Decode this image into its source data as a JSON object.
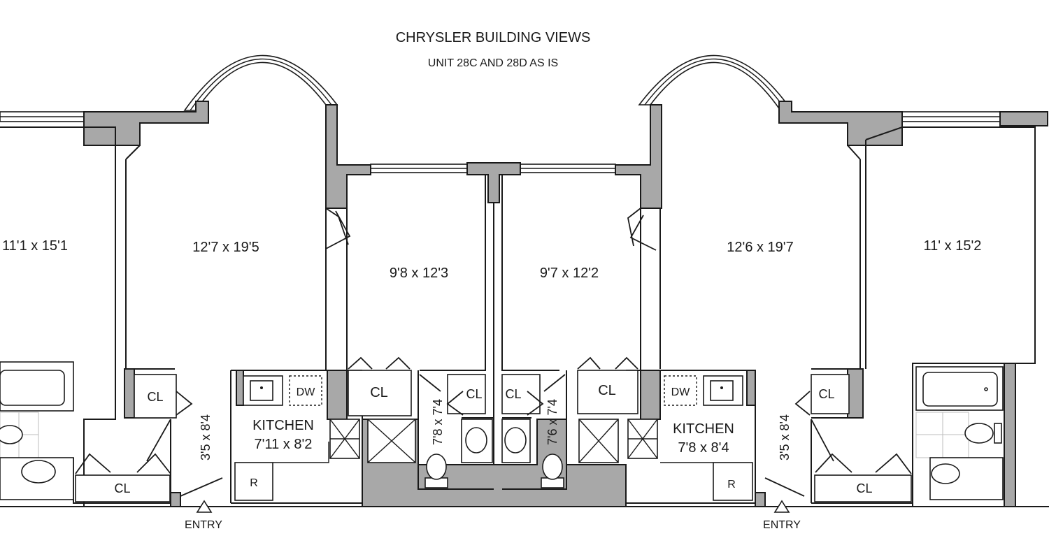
{
  "title": "CHRYSLER BUILDING VIEWS",
  "subtitle": "UNIT 28C AND 28D AS IS",
  "rooms": {
    "left_bedroom": "11'1 x 15'1",
    "left_living": "12'7 x 19'5",
    "left_bedroom2": "9'8 x 12'3",
    "right_bedroom2": "9'7 x 12'2",
    "right_living": "12'6 x 19'7",
    "right_bedroom": "11' x 15'2"
  },
  "kitchens": {
    "left_label": "KITCHEN",
    "left_dims": "7'11 x 8'2",
    "right_label": "KITCHEN",
    "right_dims": "7'8 x 8'4"
  },
  "halls": {
    "left": "3'5 x 8'4",
    "right": "3'5 x 8'4"
  },
  "baths": {
    "left": "7'8 x 7'4",
    "right": "7'6 x 7'4"
  },
  "closet_label": "CL",
  "appliances": {
    "dishwasher": "DW",
    "refrigerator": "R"
  },
  "entry_label": "ENTRY"
}
